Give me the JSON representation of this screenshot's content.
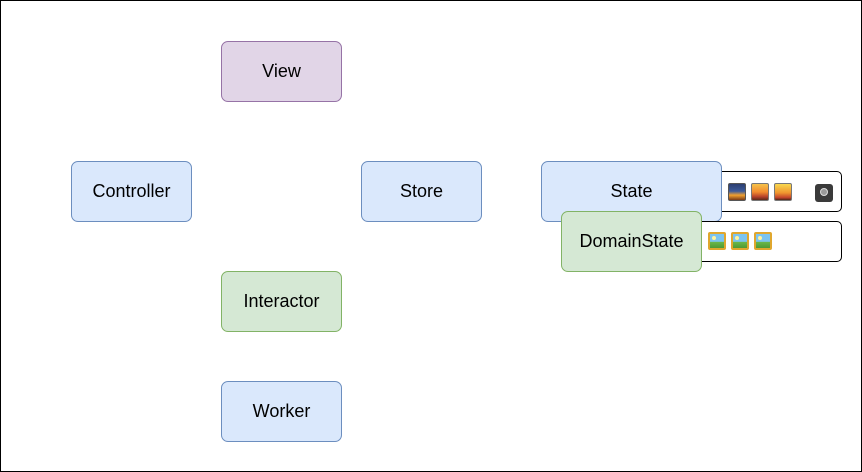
{
  "diagram": {
    "nodes": {
      "view": "View",
      "controller": "Controller",
      "store": "Store",
      "state": "State",
      "domain_state": "DomainState",
      "interactor": "Interactor",
      "worker": "Worker"
    },
    "state_panel_icons": [
      "cityscape-sunset-icon",
      "cityscape-dusk-icon",
      "cityscape-dusk-icon",
      "camera-icon"
    ],
    "domain_state_panel_icons": [
      "framed-picture-icon",
      "framed-picture-icon",
      "framed-picture-icon"
    ],
    "colors": {
      "purple_fill": "#e1d5e7",
      "purple_stroke": "#9673a6",
      "blue_fill": "#dae8fc",
      "blue_stroke": "#6c8ebf",
      "green_fill": "#d5e8d4",
      "green_stroke": "#82b366"
    }
  }
}
